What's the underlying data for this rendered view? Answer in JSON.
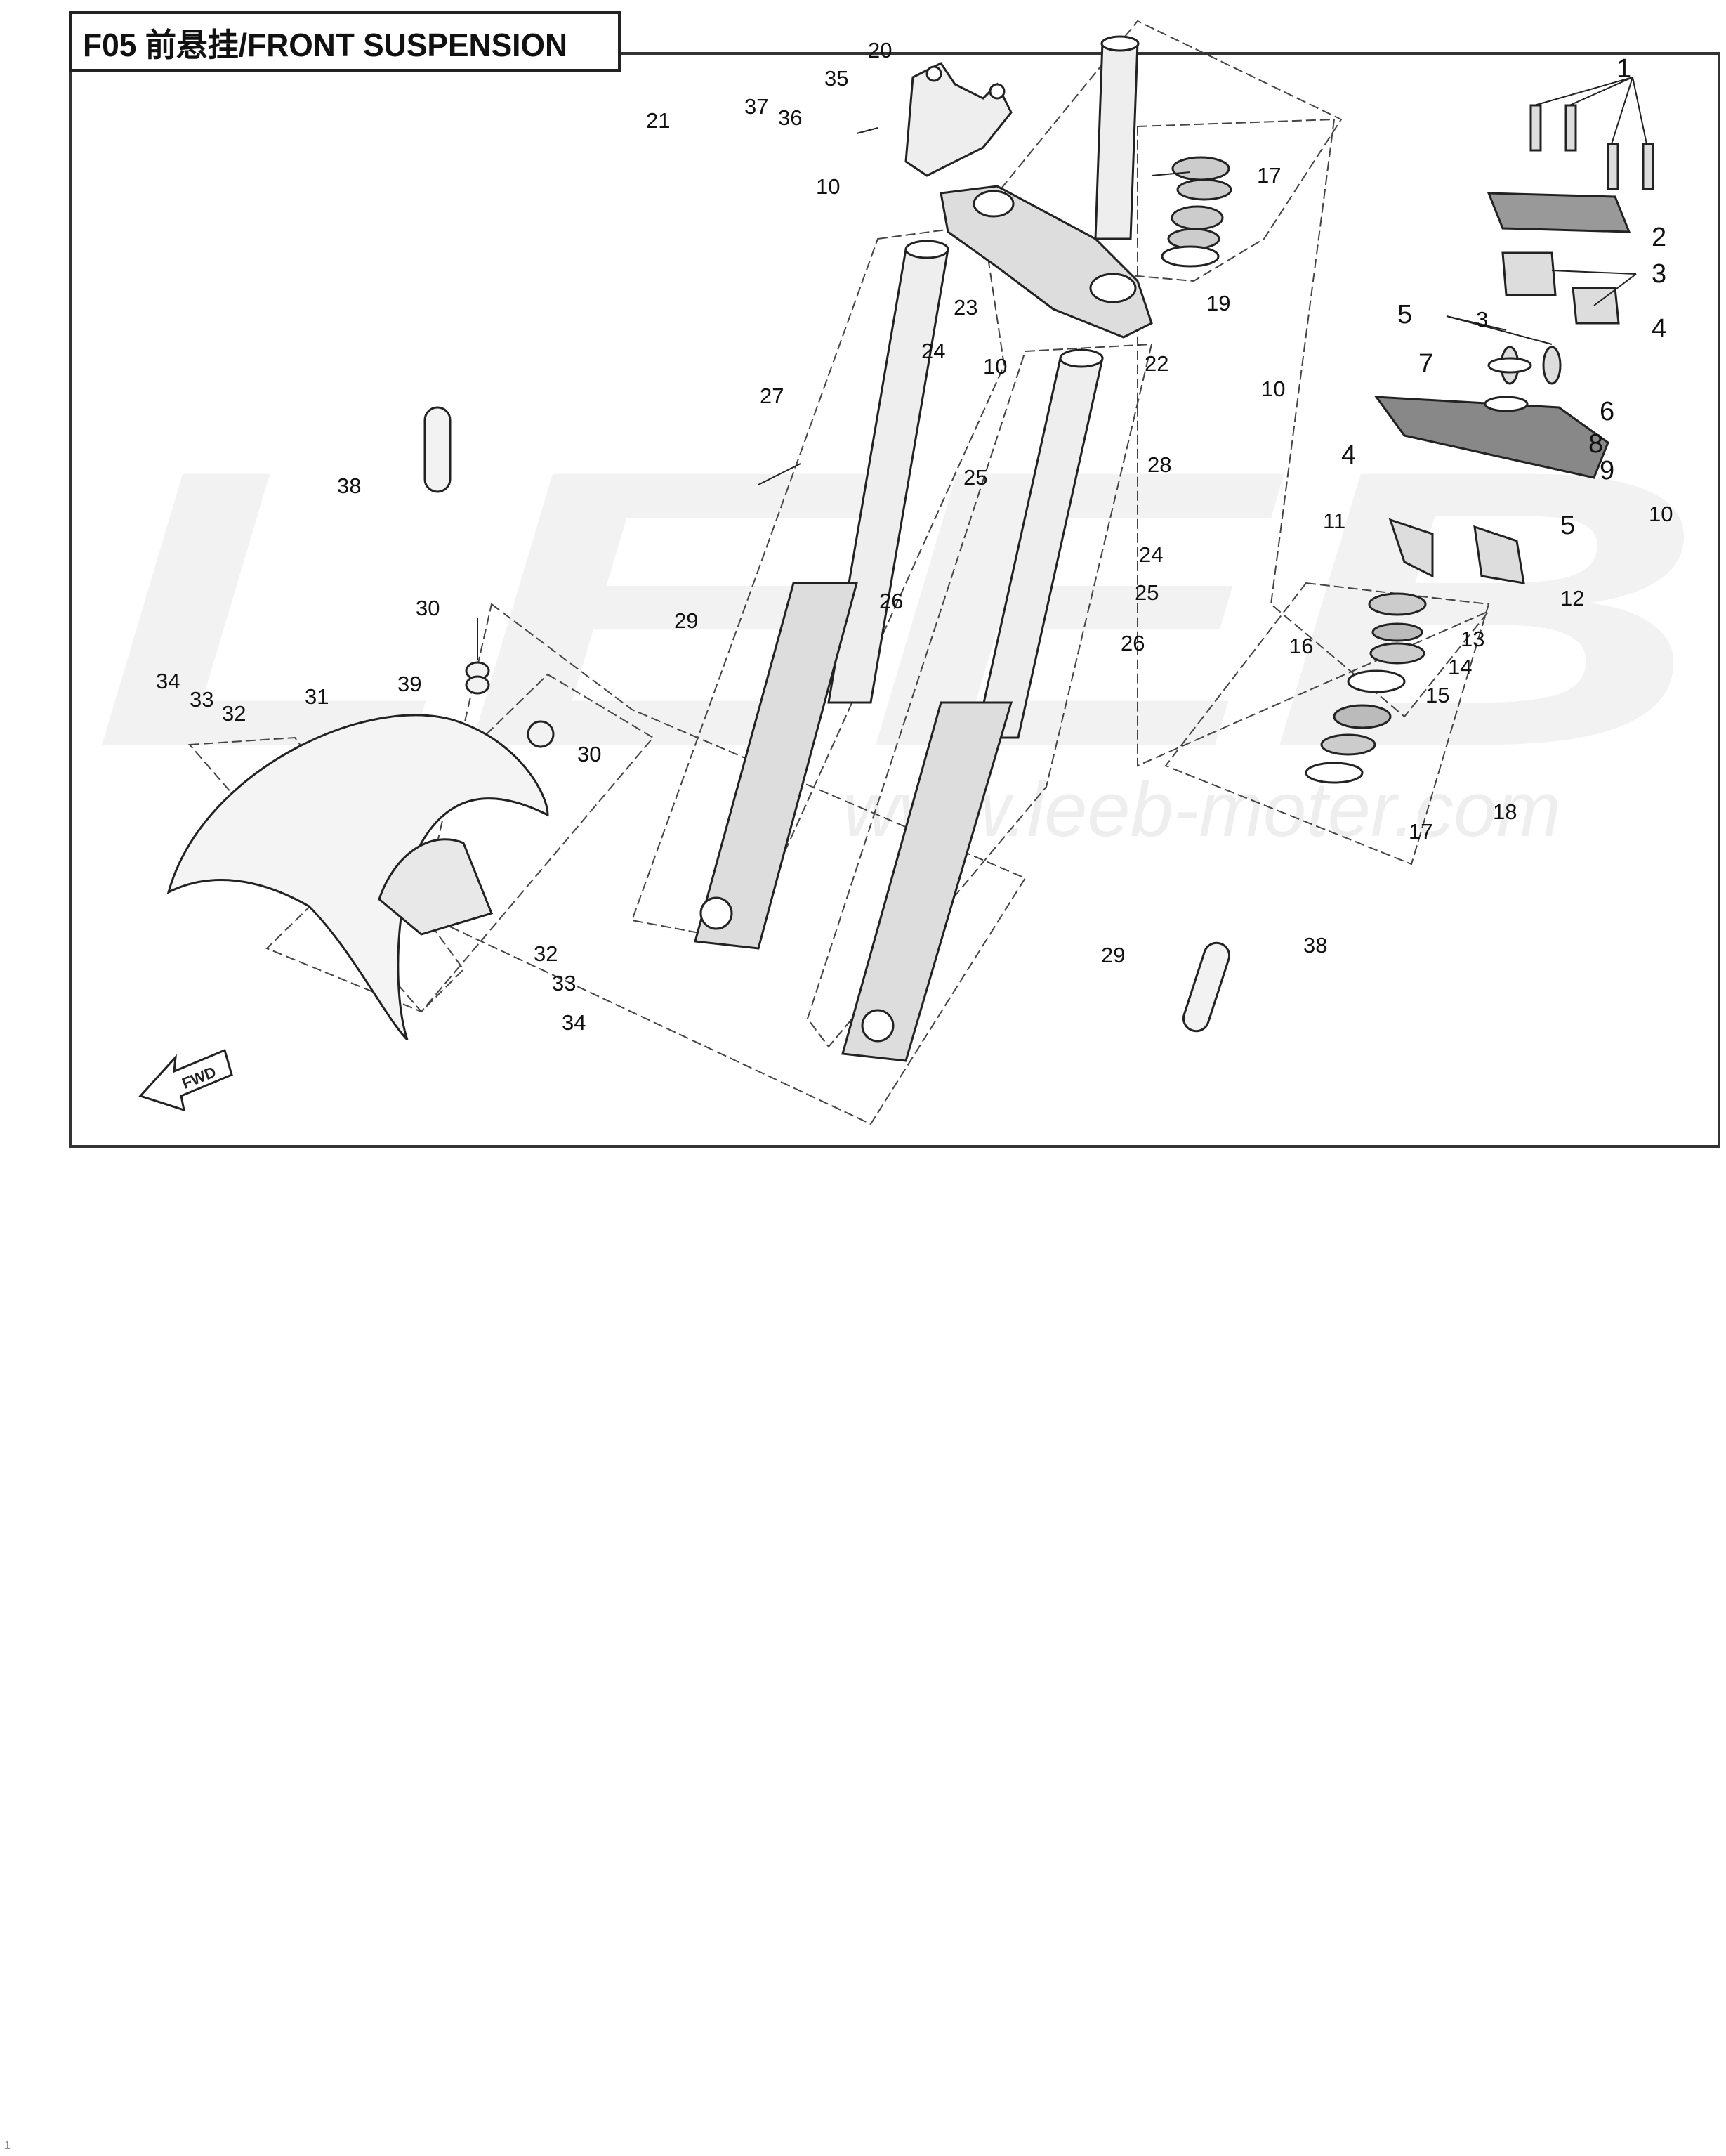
{
  "title": "F05 前悬挂/FRONT SUSPENSION",
  "watermark": {
    "brand": "LEEB",
    "url": "www.leeb-moter.com"
  },
  "direction_marker": "FWD",
  "page_number": "1",
  "callouts": [
    "1",
    "2",
    "3",
    "3",
    "4",
    "4",
    "5",
    "5",
    "6",
    "7",
    "8",
    "9",
    "10",
    "10",
    "10",
    "10",
    "11",
    "12",
    "13",
    "14",
    "15",
    "16",
    "17",
    "17",
    "18",
    "19",
    "20",
    "21",
    "22",
    "23",
    "24",
    "24",
    "25",
    "25",
    "26",
    "26",
    "27",
    "28",
    "29",
    "29",
    "30",
    "30",
    "31",
    "32",
    "32",
    "33",
    "33",
    "34",
    "34",
    "35",
    "36",
    "37",
    "38",
    "38",
    "39"
  ]
}
